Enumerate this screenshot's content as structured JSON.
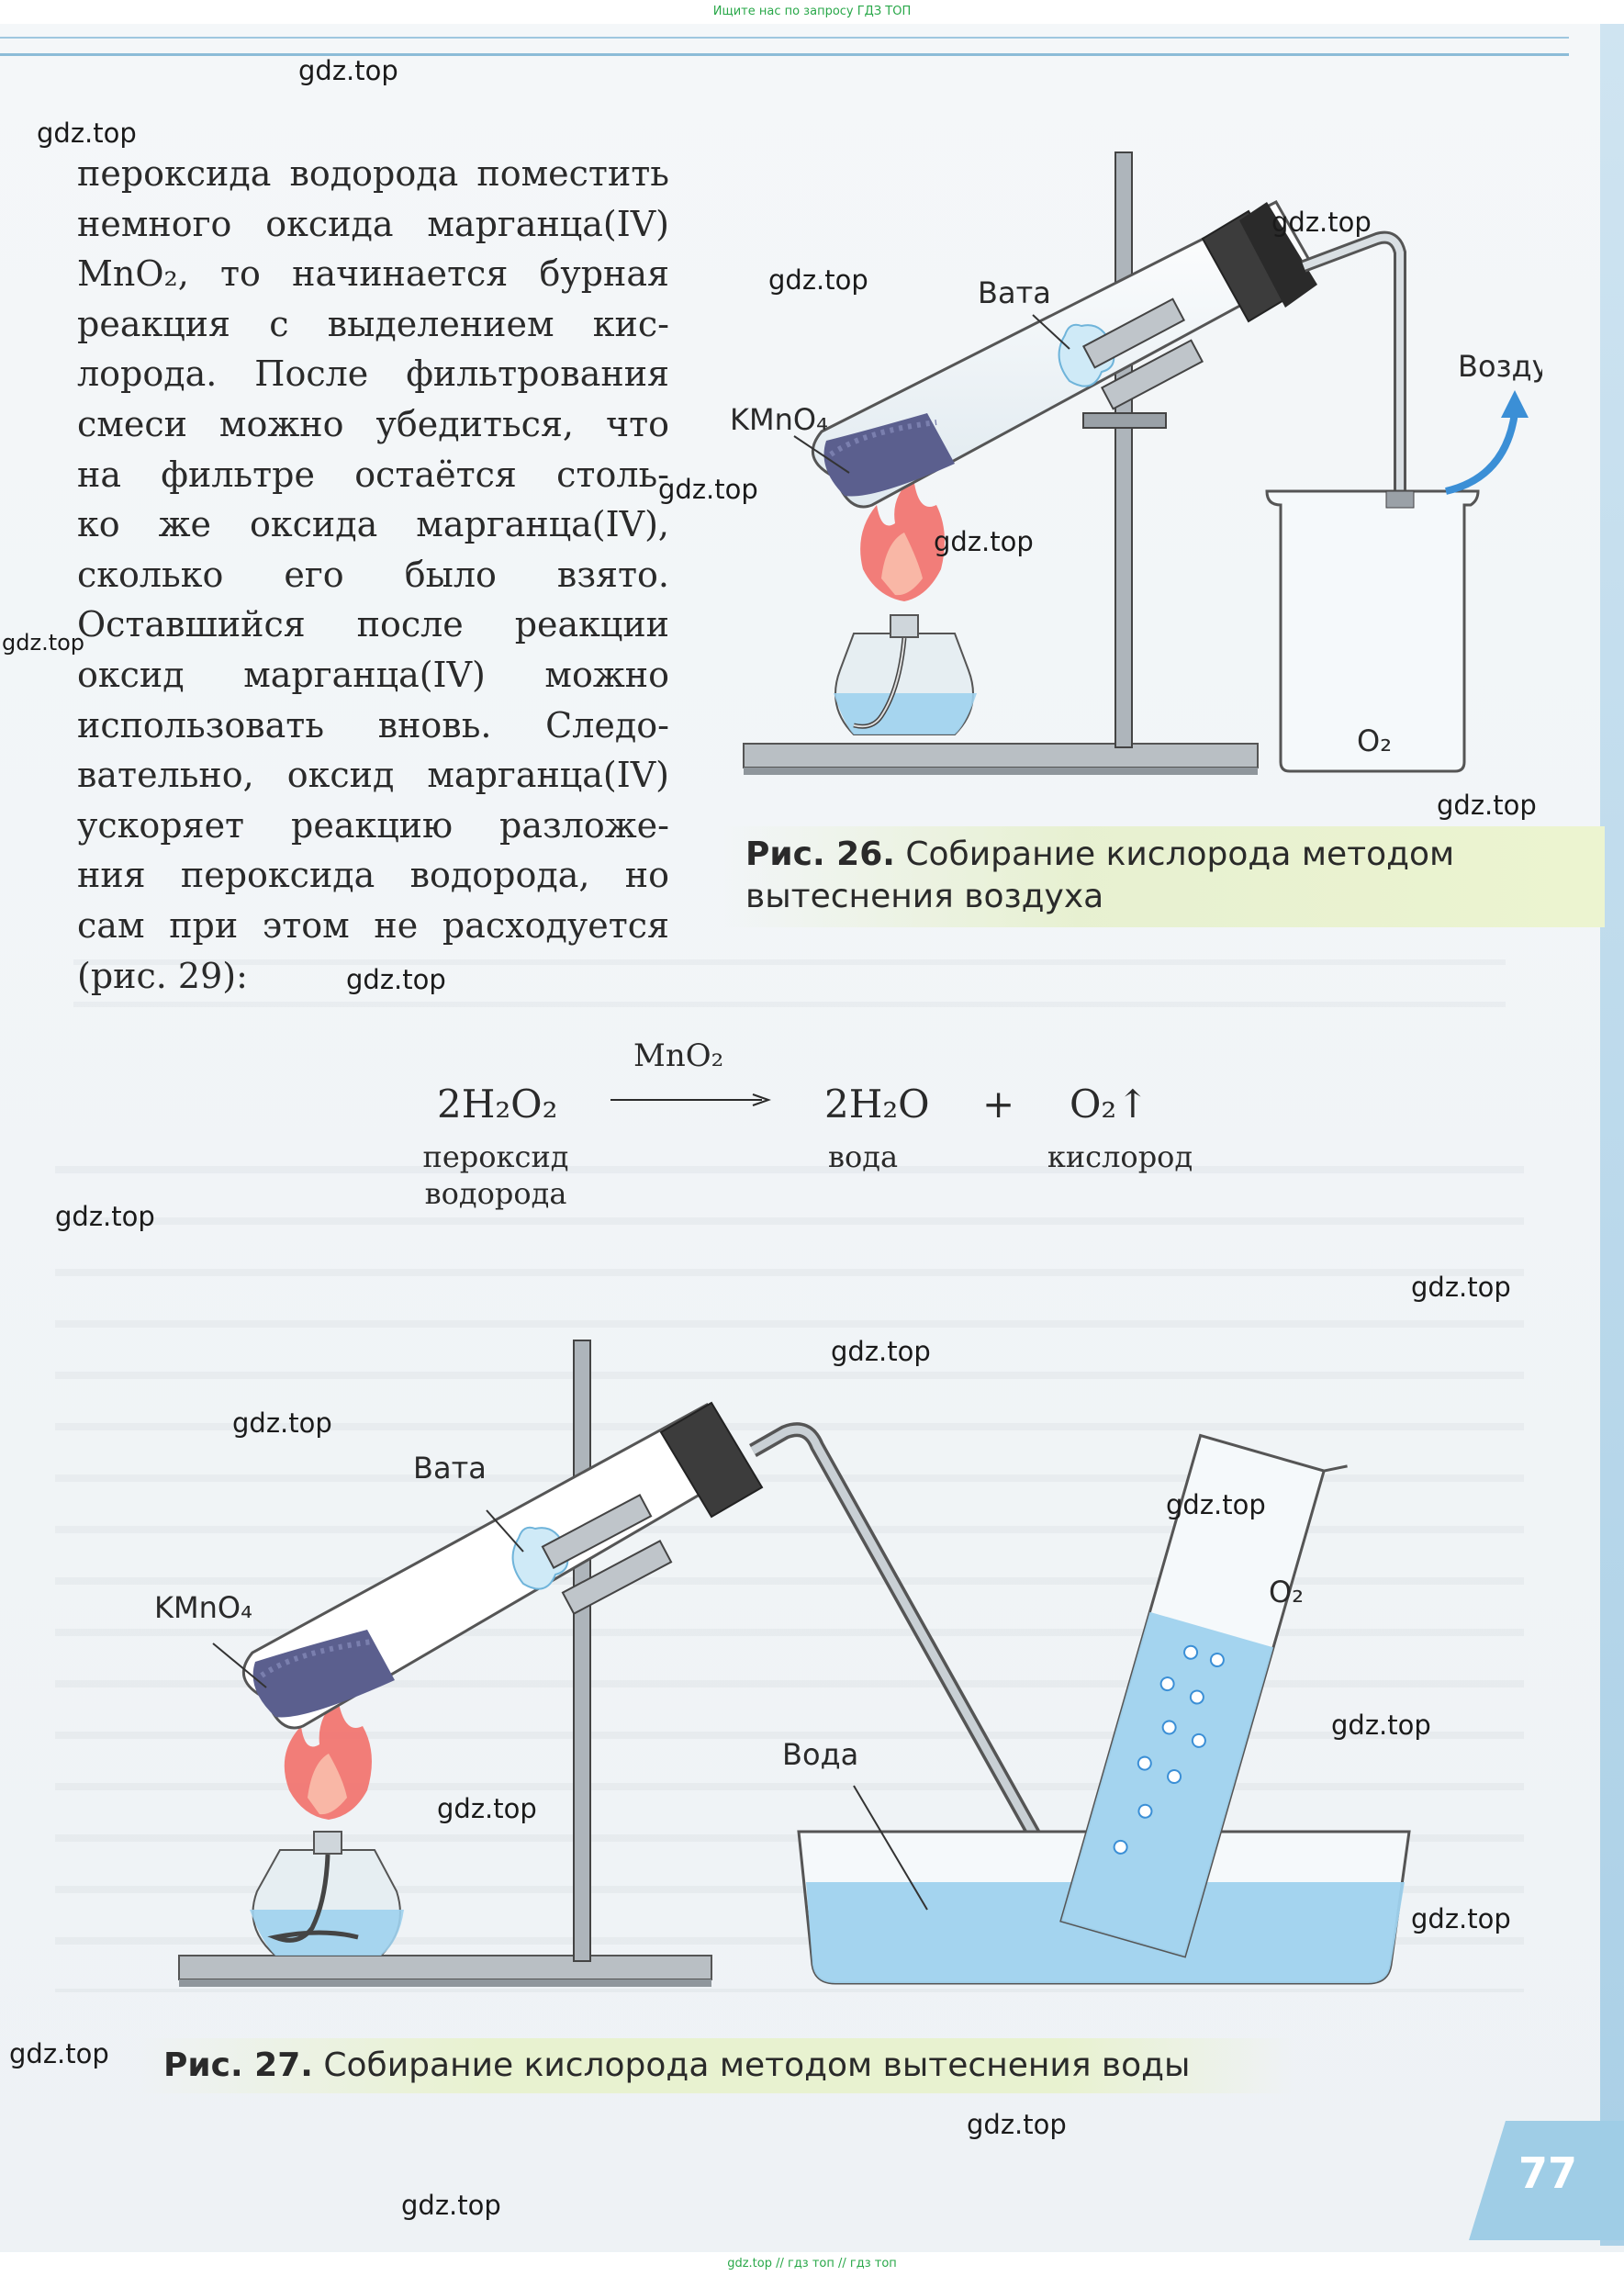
{
  "header": {
    "top_note": "Ищите нас по запросу ГДЗ ТОП"
  },
  "footer": {
    "bottom_note": "gdz.top // гдз топ // гдз топ"
  },
  "watermarks": [
    "gdz.top",
    "gdz.top",
    "gdz.top",
    "gdz.top",
    "gdz.top",
    "gdz.top",
    "gdz.top",
    "gdz.top",
    "gdz.top",
    "gdz.top",
    "gdz.top",
    "gdz.top",
    "gdz.top",
    "gdz.top",
    "gdz.top",
    "gdz.top",
    "gdz.top",
    "gdz.top",
    "gdz.top",
    "gdz.top"
  ],
  "body_text": {
    "lines": [
      "пероксида водорода поместить",
      "немного оксида марганца(IV)",
      "MnO₂, то начинается бурная",
      "реакция с выделением кис-",
      "лорода. После фильтрования",
      "смеси можно убедиться, что",
      "на фильтре остаётся столь-",
      "ко же оксида марганца(IV),",
      "сколько его было взято.",
      "Оставшийся после реакции",
      "оксид марганца(IV) можно",
      "использовать вновь. Следо-",
      "вательно, оксид марганца(IV)",
      "ускоряет реакцию разложе-",
      "ния пероксида водорода, но",
      "сам при этом не расходуется",
      "(рис. 29):"
    ]
  },
  "figure26": {
    "labels": {
      "cotton": "Вата",
      "reagent": "KMnO₄",
      "air": "Воздух",
      "gas": "O₂"
    },
    "caption_num": "Рис. 26.",
    "caption_text": "Собирание кислорода методом вытеснения воздуха"
  },
  "equation": {
    "reactant": "2H₂O₂",
    "catalyst": "MnO₂",
    "product1": "2H₂O",
    "plus": "+",
    "product2": "O₂↑",
    "reactant_name_1": "пероксид",
    "reactant_name_2": "водорода",
    "product1_name": "вода",
    "product2_name": "кислород"
  },
  "figure27": {
    "labels": {
      "cotton": "Вата",
      "reagent": "KMnO₄",
      "water": "Вода",
      "gas": "O₂"
    },
    "caption_num": "Рис. 27.",
    "caption_text": "Собирание кислорода методом вытеснения воды"
  },
  "page": {
    "number": "77"
  },
  "colors": {
    "water": "#9fd2ee",
    "flame": "#f2706a",
    "reagent": "#5b5f8e",
    "accent": "#3b8fd6"
  }
}
